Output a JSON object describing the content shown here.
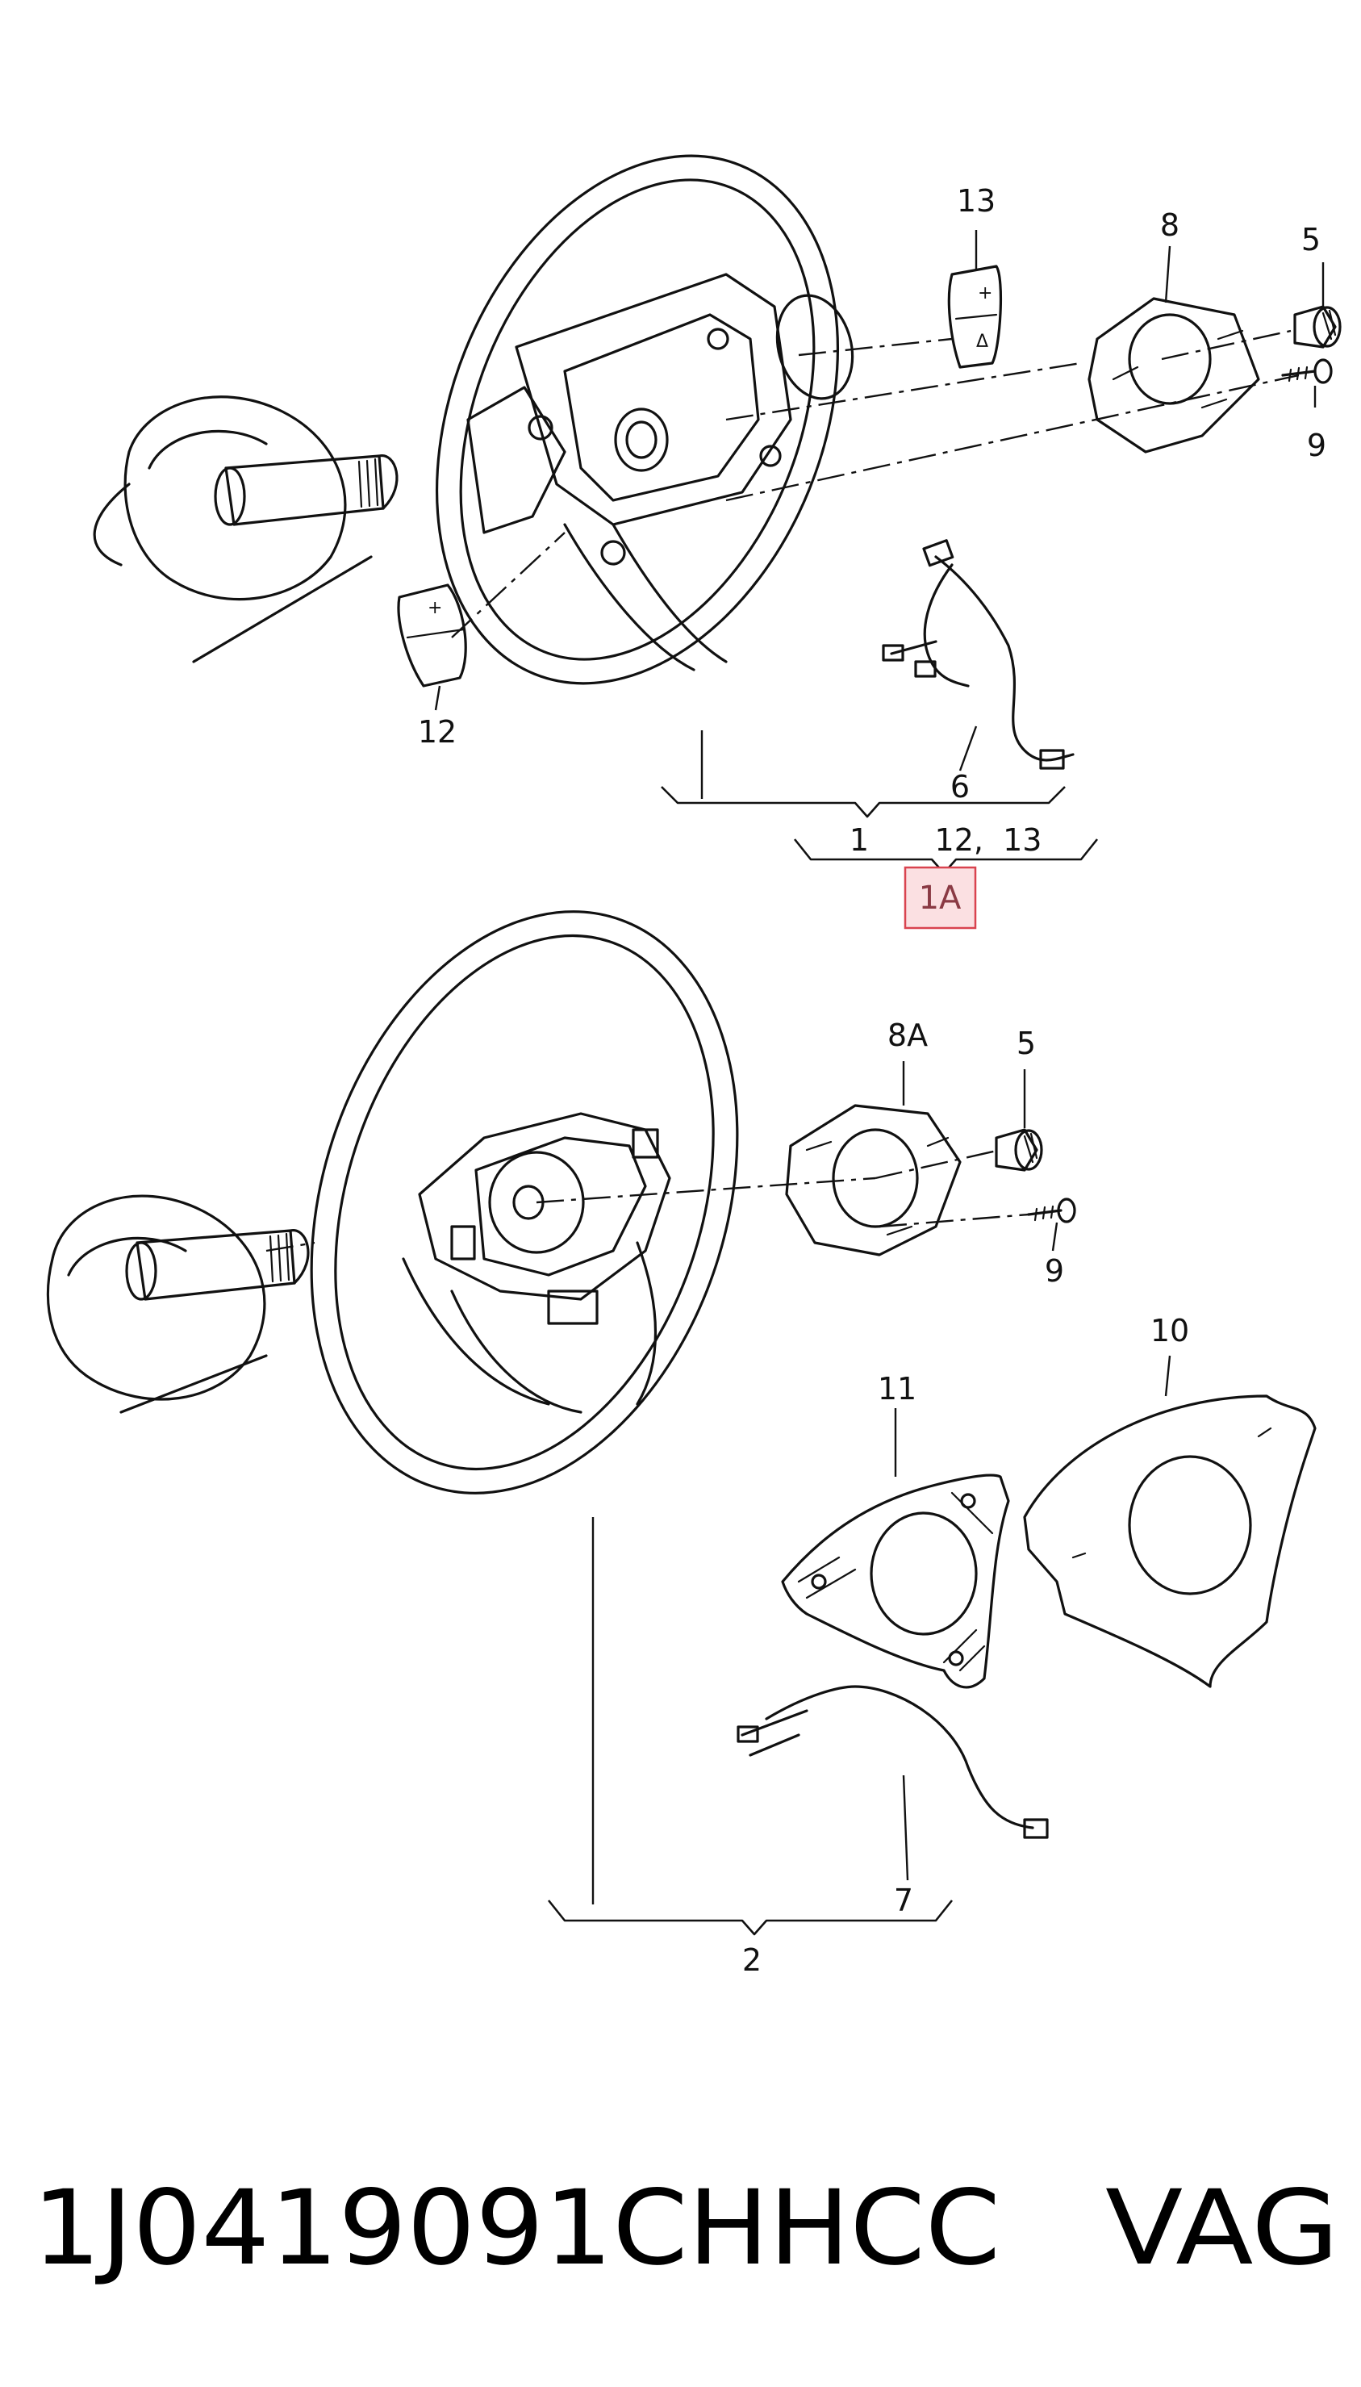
{
  "callouts": {
    "c13_top": "13",
    "c8": "8",
    "c5_top": "5",
    "c9_top": "9",
    "c12": "12",
    "c6": "6",
    "bracket_1": "1",
    "bracket_12_13": "12,  13",
    "highlight_1a": "1A",
    "c8a": "8A",
    "c5_bottom": "5",
    "c9_bottom": "9",
    "c10": "10",
    "c11": "11",
    "c7": "7",
    "c2": "2"
  },
  "footer": {
    "part_number": "1J0419091CHHCC",
    "brand": "VAG"
  },
  "colors": {
    "line": "#111111",
    "highlight_fill": "#fbe0e2",
    "highlight_border": "#d9434f"
  }
}
